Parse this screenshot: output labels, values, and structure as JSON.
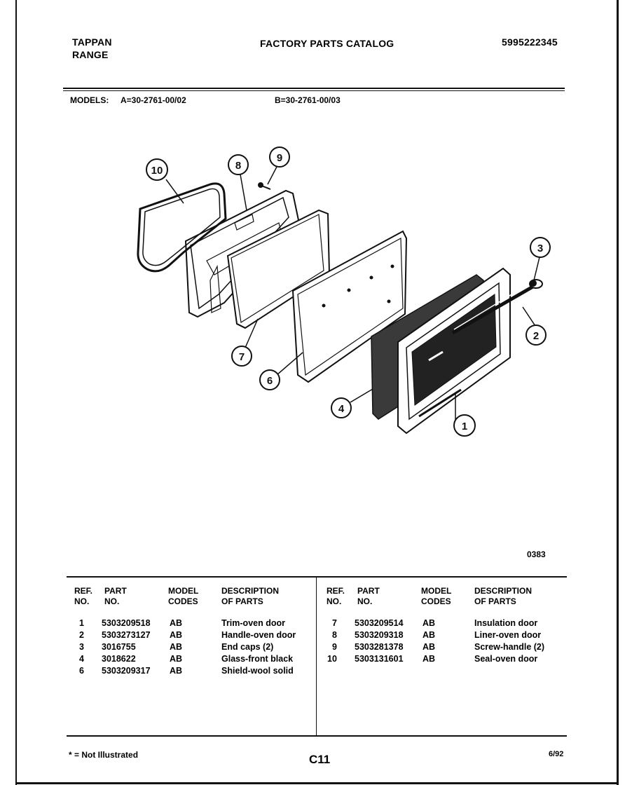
{
  "header": {
    "brand_line1": "TAPPAN",
    "brand_line2": "RANGE",
    "title": "FACTORY PARTS CATALOG",
    "catalog_number": "5995222345"
  },
  "models": {
    "label": "MODELS:",
    "model_a": "A=30-2761-00/02",
    "model_b": "B=30-2761-00/03"
  },
  "diagram": {
    "callouts": [
      "10",
      "8",
      "9",
      "3",
      "2",
      "7",
      "6",
      "4",
      "1"
    ],
    "figure_code": "0383"
  },
  "table": {
    "headers": {
      "ref_line1": "REF.",
      "ref_line2": "NO.",
      "part_line1": "PART",
      "part_line2": "NO.",
      "model_line1": "MODEL",
      "model_line2": "CODES",
      "desc_line1": "DESCRIPTION",
      "desc_line2": "OF PARTS"
    },
    "left_rows": [
      {
        "ref": "1",
        "part": "5303209518",
        "code": "AB",
        "desc": "Trim-oven door"
      },
      {
        "ref": "2",
        "part": "5303273127",
        "code": "AB",
        "desc": "Handle-oven door"
      },
      {
        "ref": "3",
        "part": "3016755",
        "code": "AB",
        "desc": "End caps (2)"
      },
      {
        "ref": "4",
        "part": "3018622",
        "code": "AB",
        "desc": "Glass-front black"
      },
      {
        "ref": "6",
        "part": "5303209317",
        "code": "AB",
        "desc": "Shield-wool solid"
      }
    ],
    "right_rows": [
      {
        "ref": "7",
        "part": "5303209514",
        "code": "AB",
        "desc": "Insulation door"
      },
      {
        "ref": "8",
        "part": "5303209318",
        "code": "AB",
        "desc": "Liner-oven door"
      },
      {
        "ref": "9",
        "part": "5303281378",
        "code": "AB",
        "desc": "Screw-handle (2)"
      },
      {
        "ref": "10",
        "part": "5303131601",
        "code": "AB",
        "desc": "Seal-oven door"
      }
    ]
  },
  "footer": {
    "note": "* = Not Illustrated",
    "page": "C11",
    "date": "6/92"
  }
}
